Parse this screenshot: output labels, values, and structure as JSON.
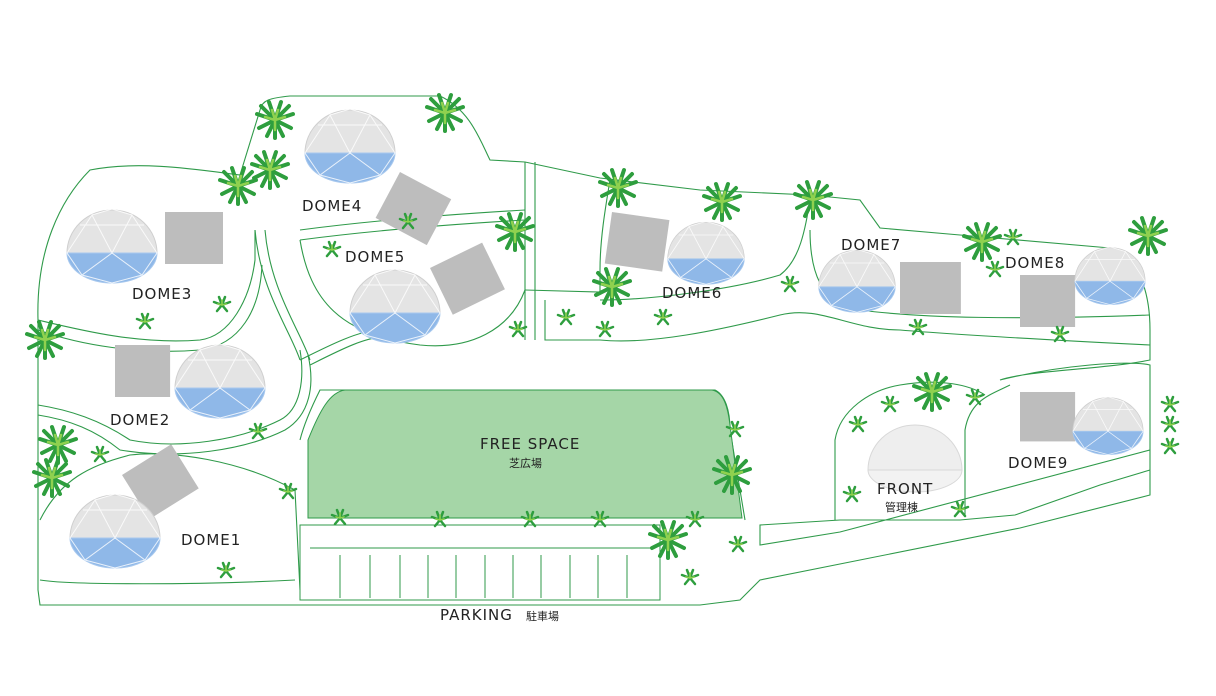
{
  "map": {
    "domes": [
      {
        "id": "dome1",
        "label": "DOME1"
      },
      {
        "id": "dome2",
        "label": "DOME2"
      },
      {
        "id": "dome3",
        "label": "DOME3"
      },
      {
        "id": "dome4",
        "label": "DOME4"
      },
      {
        "id": "dome5",
        "label": "DOME5"
      },
      {
        "id": "dome6",
        "label": "DOME6"
      },
      {
        "id": "dome7",
        "label": "DOME7"
      },
      {
        "id": "dome8",
        "label": "DOME8"
      },
      {
        "id": "dome9",
        "label": "DOME9"
      }
    ],
    "free_space": {
      "label": "FREE SPACE",
      "sub": "芝広場"
    },
    "front": {
      "label": "FRONT",
      "sub": "管理棟"
    },
    "parking": {
      "label": "PARKING",
      "sub": "駐車場"
    },
    "colors": {
      "outline": "#2f9a4a",
      "lawn": "#a5d6a7",
      "plant": "#2e9e3e",
      "plant_light": "#8fd14f",
      "dome_top": "#e6e6e6",
      "dome_glass": "#8fb8e8",
      "deck": "#bdbdbd"
    }
  }
}
